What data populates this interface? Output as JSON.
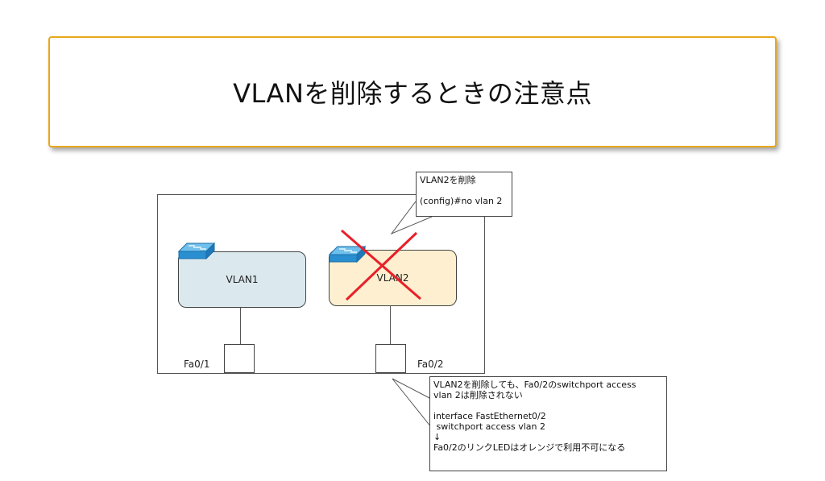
{
  "title": "VLANを削除するときの注意点",
  "diagram": {
    "vlan1_label": "VLAN1",
    "vlan2_label": "VLAN2",
    "port1_label": "Fa0/1",
    "port2_label": "Fa0/2",
    "callout_top": {
      "line1": "VLAN2を削除",
      "line2": "",
      "line3": "(config)#no vlan 2"
    },
    "callout_bottom": {
      "line1": "VLAN2を削除しても、Fa0/2のswitchport access",
      "line2": "vlan 2は削除されない",
      "line3": "",
      "line4": "interface FastEthernet0/2",
      "line5": " switchport access vlan 2",
      "line6": "↓",
      "line7": "Fa0/2のリンクLEDはオレンジで利用不可になる"
    },
    "colors": {
      "title_border": "#e8a819",
      "vlan1_fill": "#dbe9ef",
      "vlan2_fill": "#fdefcf",
      "cross": "#e8202a",
      "switch_icon": "#2a8fd0"
    },
    "icons": [
      "switch-icon",
      "switch-icon",
      "delete-cross-icon"
    ]
  }
}
